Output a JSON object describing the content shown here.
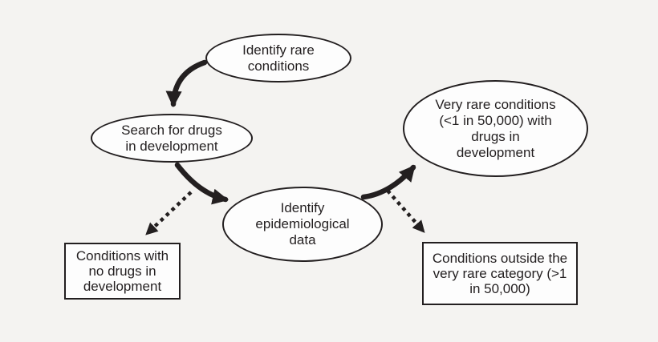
{
  "colors": {
    "background": "#f4f3f1",
    "node_fill": "#fdfdfd",
    "stroke": "#231f20",
    "text": "#231f20"
  },
  "nodes": {
    "identify_rare_conditions": {
      "shape": "ellipse",
      "label": "Identify rare\nconditions"
    },
    "search_for_drugs": {
      "shape": "ellipse",
      "label": "Search for drugs\nin development"
    },
    "identify_epidemiological_data": {
      "shape": "ellipse",
      "label": "Identify\nepidemiological\ndata"
    },
    "very_rare_conditions": {
      "shape": "ellipse",
      "label": "Very rare conditions\n(<1 in 50,000) with\ndrugs in\ndevelopment"
    },
    "conditions_no_drugs": {
      "shape": "rectangle",
      "label": "Conditions with\nno drugs in\ndevelopment"
    },
    "conditions_outside_category": {
      "shape": "rectangle",
      "label": "Conditions outside the\nvery rare category (>1\nin 50,000)"
    }
  },
  "edges": [
    {
      "from": "identify_rare_conditions",
      "to": "search_for_drugs",
      "style": "solid"
    },
    {
      "from": "search_for_drugs",
      "to": "identify_epidemiological_data",
      "style": "solid"
    },
    {
      "from": "search_for_drugs",
      "to": "conditions_no_drugs",
      "style": "dotted"
    },
    {
      "from": "identify_epidemiological_data",
      "to": "very_rare_conditions",
      "style": "solid"
    },
    {
      "from": "identify_epidemiological_data",
      "to": "conditions_outside_category",
      "style": "dotted"
    }
  ]
}
